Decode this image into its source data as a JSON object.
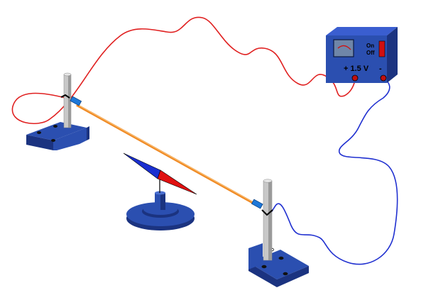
{
  "power_supply": {
    "voltage_label": "+ 1.5 V",
    "negative_label": "-",
    "switch_on_label": "On",
    "switch_off_label": "Off"
  },
  "colors": {
    "base_blue": "#2b4fb0",
    "base_dark": "#1b3380",
    "positive_wire": "#e02020",
    "negative_wire": "#2030d0",
    "conductor_wire": "#f08a24",
    "needle_north": "#e01010",
    "needle_south": "#1a2fd0",
    "terminal": "#c01010",
    "switch": "#d01010",
    "rod": "#c8c8c8"
  }
}
